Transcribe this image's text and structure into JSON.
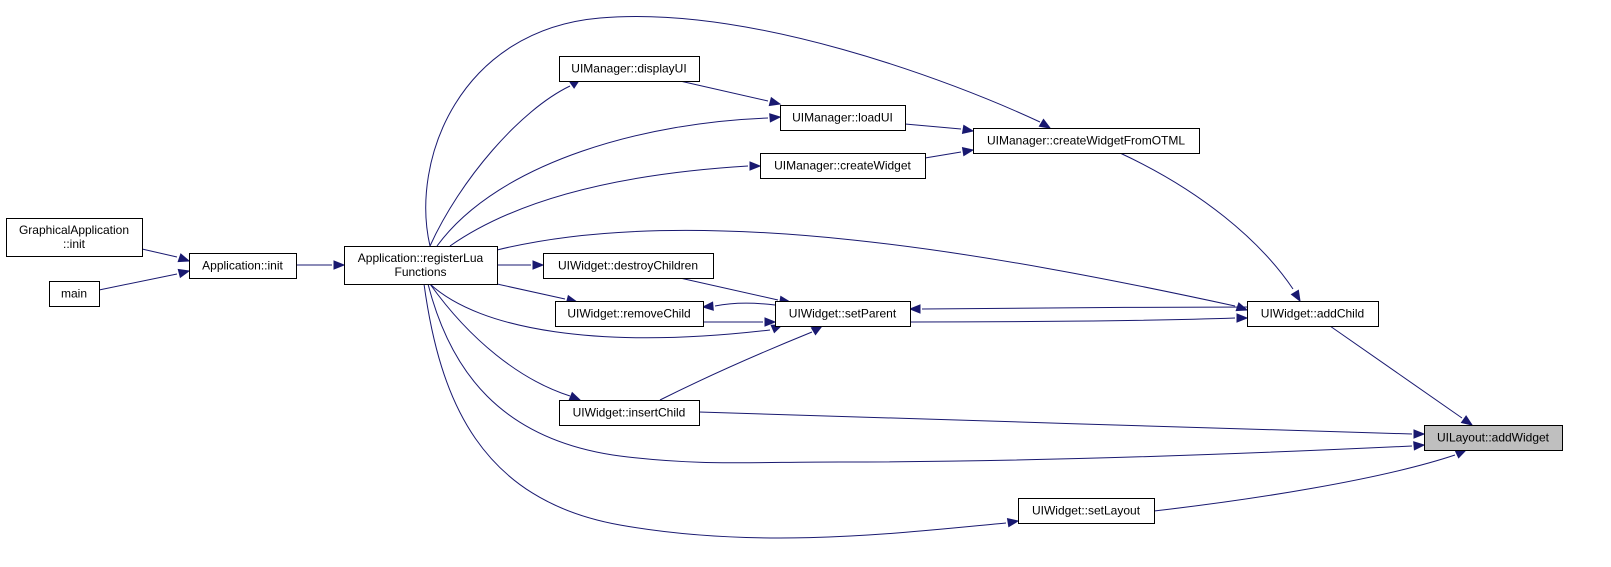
{
  "diagram": {
    "type": "call-graph",
    "edge_color": "#191970",
    "highlight_fill": "#bfbfbf",
    "nodes": [
      {
        "id": "graphical_init",
        "lines": [
          "GraphicalApplication",
          "::init"
        ]
      },
      {
        "id": "main",
        "lines": [
          "main"
        ]
      },
      {
        "id": "app_init",
        "lines": [
          "Application::init"
        ]
      },
      {
        "id": "register_lua",
        "lines": [
          "Application::registerLua",
          "Functions"
        ]
      },
      {
        "id": "display_ui",
        "lines": [
          "UIManager::displayUI"
        ]
      },
      {
        "id": "load_ui",
        "lines": [
          "UIManager::loadUI"
        ]
      },
      {
        "id": "create_widget",
        "lines": [
          "UIManager::createWidget"
        ]
      },
      {
        "id": "create_from_otml",
        "lines": [
          "UIManager::createWidgetFromOTML"
        ]
      },
      {
        "id": "destroy_children",
        "lines": [
          "UIWidget::destroyChildren"
        ]
      },
      {
        "id": "remove_child",
        "lines": [
          "UIWidget::removeChild"
        ]
      },
      {
        "id": "set_parent",
        "lines": [
          "UIWidget::setParent"
        ]
      },
      {
        "id": "add_child",
        "lines": [
          "UIWidget::addChild"
        ]
      },
      {
        "id": "insert_child",
        "lines": [
          "UIWidget::insertChild"
        ]
      },
      {
        "id": "add_widget",
        "lines": [
          "UILayout::addWidget"
        ],
        "current": true
      },
      {
        "id": "set_layout",
        "lines": [
          "UIWidget::setLayout"
        ]
      }
    ],
    "edges": [
      {
        "from": "graphical_init",
        "to": "app_init"
      },
      {
        "from": "main",
        "to": "app_init"
      },
      {
        "from": "app_init",
        "to": "register_lua"
      },
      {
        "from": "register_lua",
        "to": "display_ui"
      },
      {
        "from": "register_lua",
        "to": "create_from_otml"
      },
      {
        "from": "register_lua",
        "to": "load_ui"
      },
      {
        "from": "register_lua",
        "to": "create_widget"
      },
      {
        "from": "register_lua",
        "to": "add_child"
      },
      {
        "from": "register_lua",
        "to": "destroy_children"
      },
      {
        "from": "register_lua",
        "to": "remove_child"
      },
      {
        "from": "register_lua",
        "to": "set_parent"
      },
      {
        "from": "register_lua",
        "to": "insert_child"
      },
      {
        "from": "register_lua",
        "to": "add_widget"
      },
      {
        "from": "register_lua",
        "to": "set_layout"
      },
      {
        "from": "display_ui",
        "to": "load_ui"
      },
      {
        "from": "load_ui",
        "to": "create_from_otml"
      },
      {
        "from": "create_widget",
        "to": "create_from_otml"
      },
      {
        "from": "create_from_otml",
        "to": "add_child"
      },
      {
        "from": "destroy_children",
        "to": "set_parent"
      },
      {
        "from": "remove_child",
        "to": "set_parent"
      },
      {
        "from": "set_parent",
        "to": "remove_child"
      },
      {
        "from": "set_parent",
        "to": "add_child"
      },
      {
        "from": "add_child",
        "to": "set_parent"
      },
      {
        "from": "insert_child",
        "to": "set_parent"
      },
      {
        "from": "add_child",
        "to": "add_widget"
      },
      {
        "from": "insert_child",
        "to": "add_widget"
      },
      {
        "from": "set_layout",
        "to": "add_widget"
      }
    ]
  }
}
